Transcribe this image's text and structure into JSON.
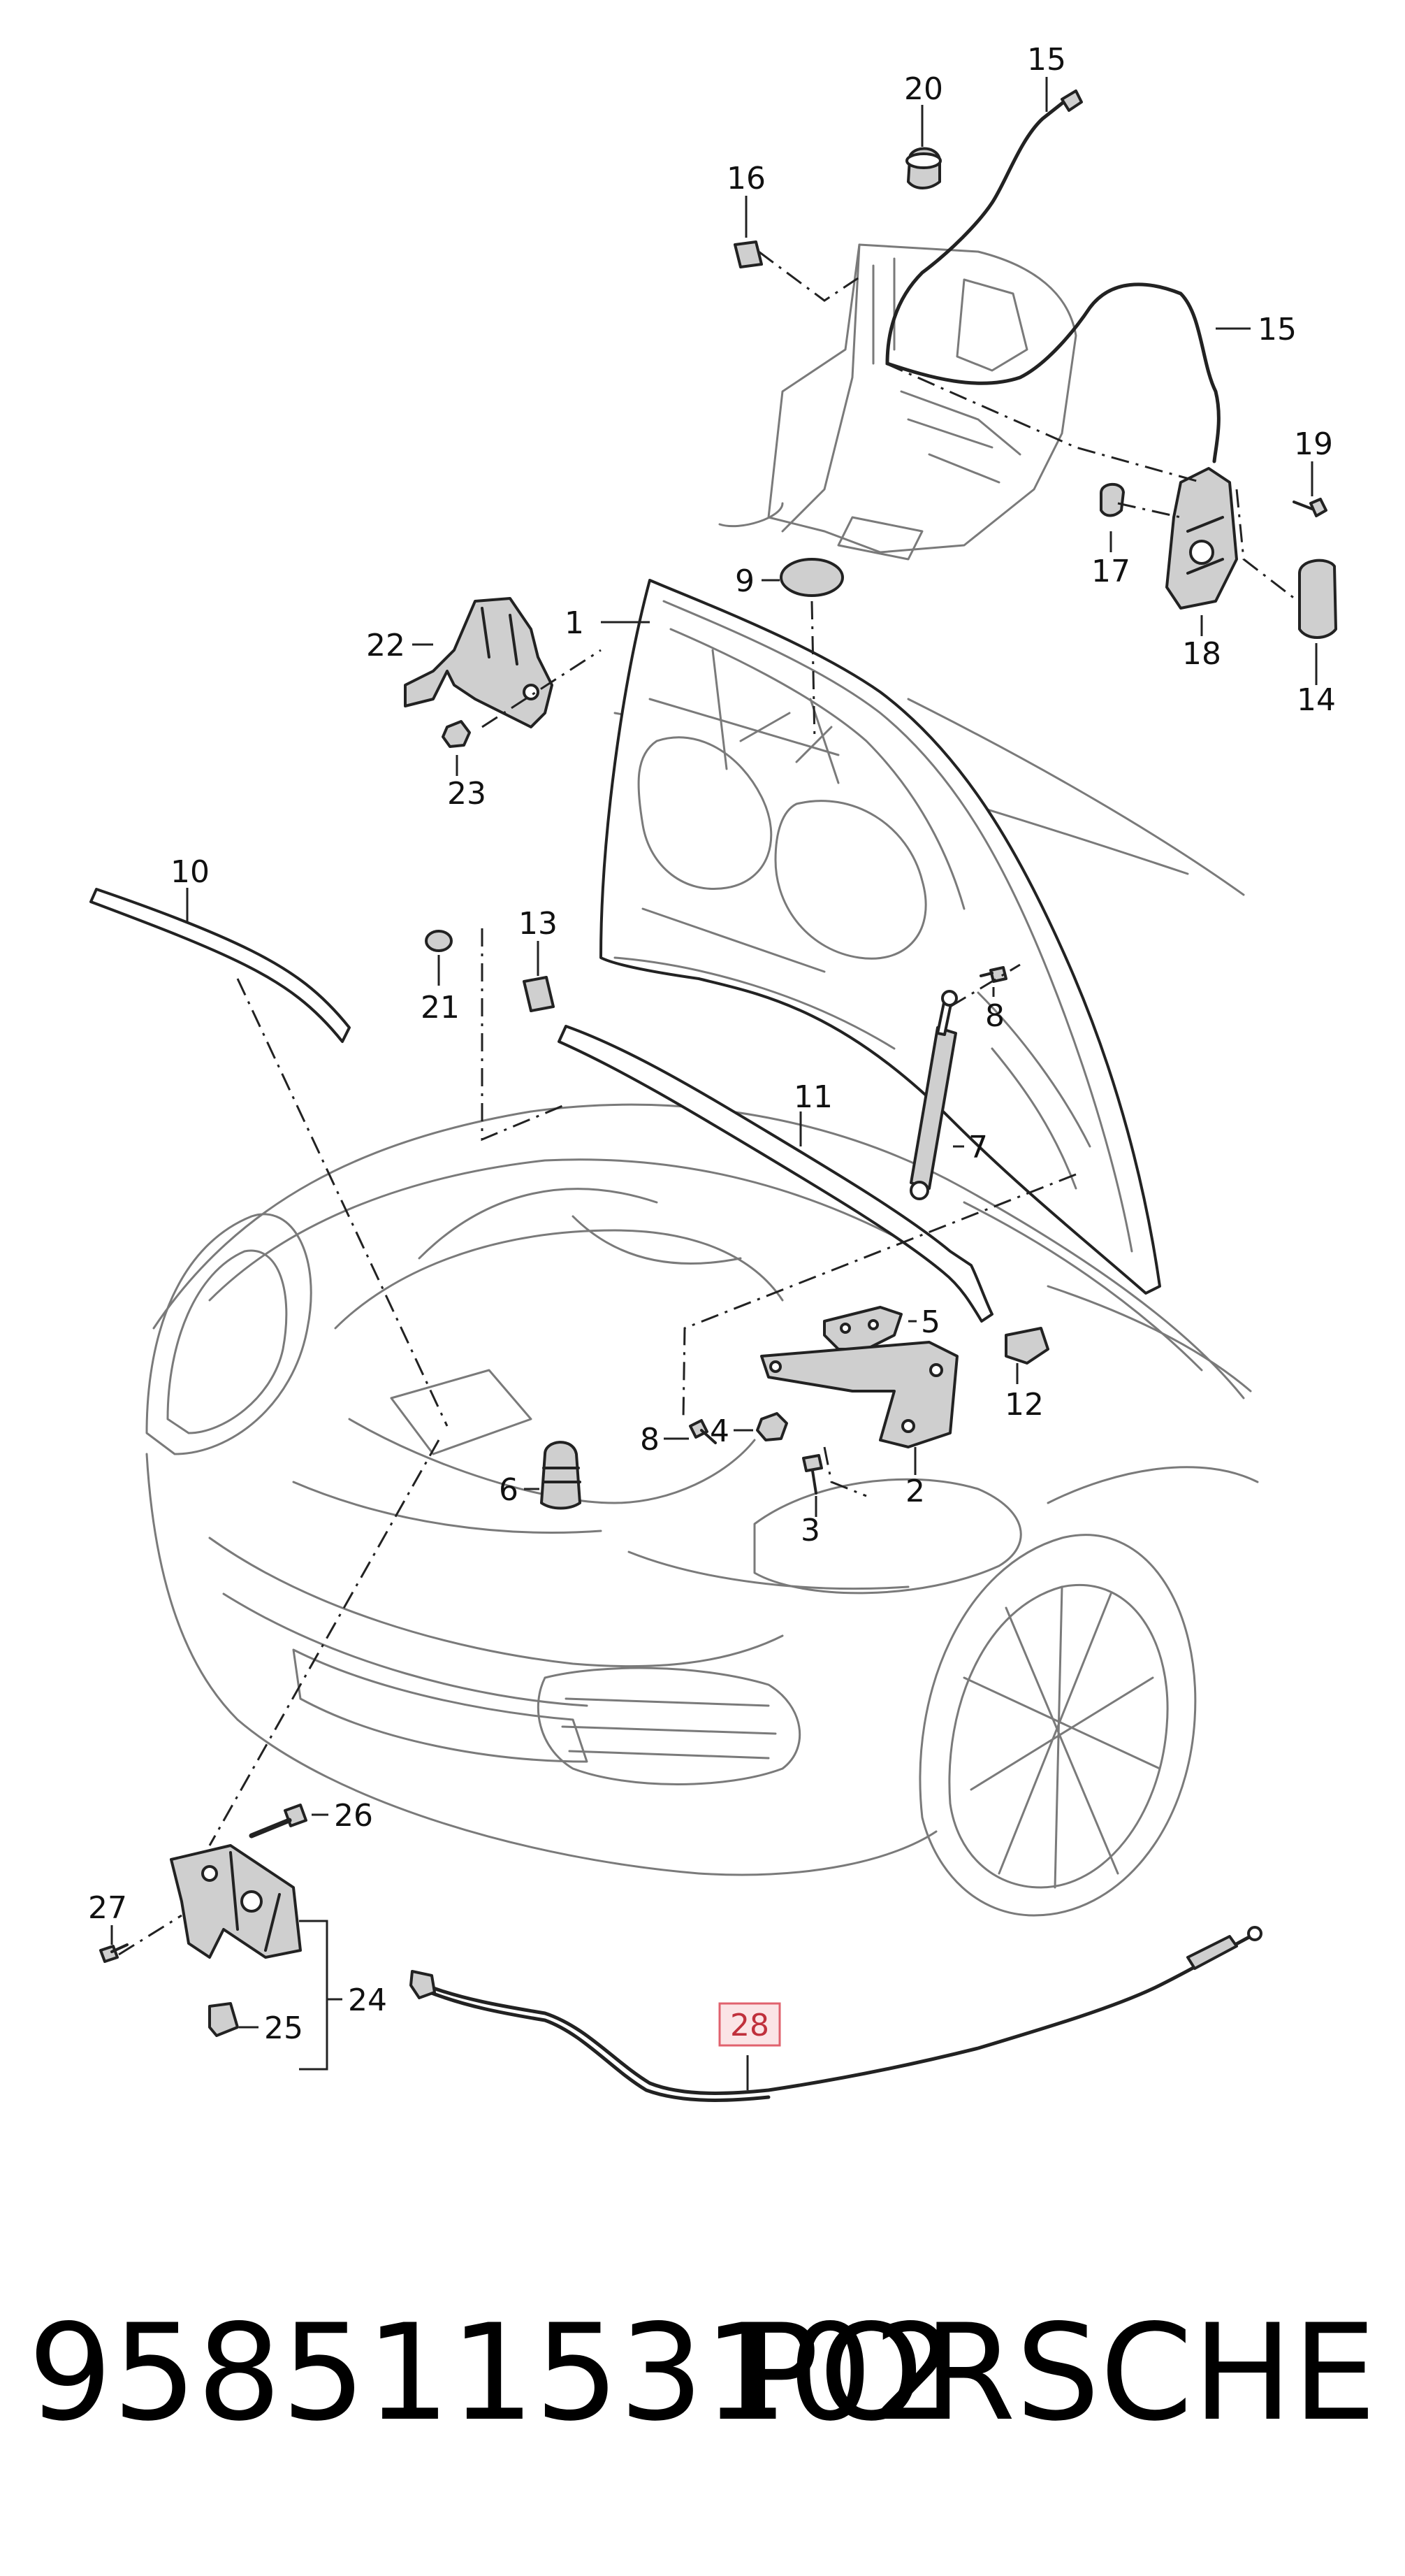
{
  "callouts": {
    "c1": "1",
    "c2": "2",
    "c3": "3",
    "c4": "4",
    "c5": "5",
    "c6": "6",
    "c7": "7",
    "c8a": "8",
    "c8b": "8",
    "c9": "9",
    "c10": "10",
    "c11": "11",
    "c12": "12",
    "c13": "13",
    "c14": "14",
    "c15a": "15",
    "c15b": "15",
    "c16": "16",
    "c17": "17",
    "c18": "18",
    "c19": "19",
    "c20": "20",
    "c21": "21",
    "c22": "22",
    "c23": "23",
    "c24": "24",
    "c25": "25",
    "c26": "26",
    "c27": "27",
    "c28": "28"
  },
  "highlighted_callout": "28",
  "highlight_color": "#e0626e",
  "footer": {
    "part_number": "95851153102",
    "brand": "PORSCHE"
  }
}
